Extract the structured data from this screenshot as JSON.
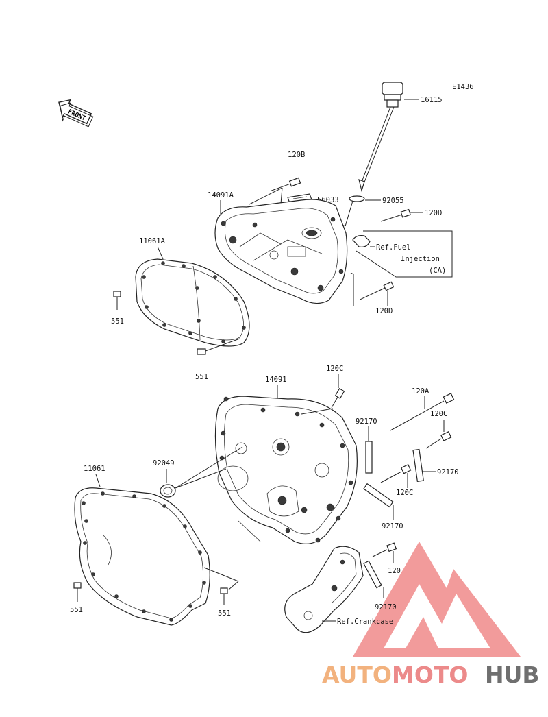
{
  "diagram_code": "E1436",
  "front_arrow_label": "FRONT",
  "parts": {
    "p16115": "16115",
    "p120B": "120B",
    "p56033": "56033",
    "p92055": "92055",
    "p14091A": "14091A",
    "p120D_a": "120D",
    "p120D_b": "120D",
    "p11061A": "11061A",
    "p551_a": "551",
    "p551_b": "551",
    "p14091": "14091",
    "p120C_a": "120C",
    "p120A": "120A",
    "p92170_a": "92170",
    "p120C_b": "120C",
    "p92170_b": "92170",
    "p120C_c": "120C",
    "p92170_c": "92170",
    "p92049": "92049",
    "p11061": "11061",
    "p551_c": "551",
    "p551_d": "551",
    "p120": "120",
    "p92170_d": "92170"
  },
  "ref_fuel": {
    "line1": "Ref.Fuel",
    "line2": "Injection",
    "line3": "(CA)"
  },
  "ref_crankcase": "Ref.Crankcase",
  "watermark": {
    "auto": "AUTO",
    "moto": "MOTO",
    "hub": "HUB",
    "colors": {
      "auto": "#f2b27e",
      "moto": "#ec8a8a",
      "hub": "#6f6f6f",
      "triangle": "#f08080"
    }
  }
}
